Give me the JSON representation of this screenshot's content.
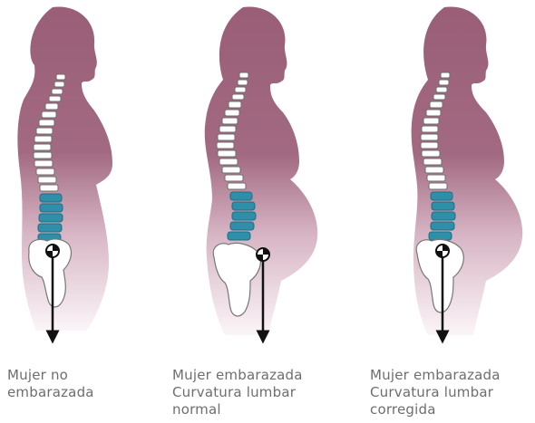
{
  "colors": {
    "body_top": "#9a5e77",
    "body_bottom": "#fbf5f8",
    "spine_vertebra": "#ffffff",
    "spine_outline": "#6e6e6e",
    "lumbar": "#2f8fa8",
    "pelvis": "#ffffff",
    "gravity_line": "#111111",
    "caption_text": "#6e6e6e"
  },
  "figures": [
    {
      "id": "non-pregnant",
      "caption_lines": [
        "Mujer no",
        "embarazada"
      ]
    },
    {
      "id": "pregnant-normal",
      "caption_lines": [
        "Mujer embarazada",
        "Curvatura lumbar",
        "normal"
      ]
    },
    {
      "id": "pregnant-corrected",
      "caption_lines": [
        "Mujer embarazada",
        "Curvatura lumbar",
        "corregida"
      ]
    }
  ]
}
